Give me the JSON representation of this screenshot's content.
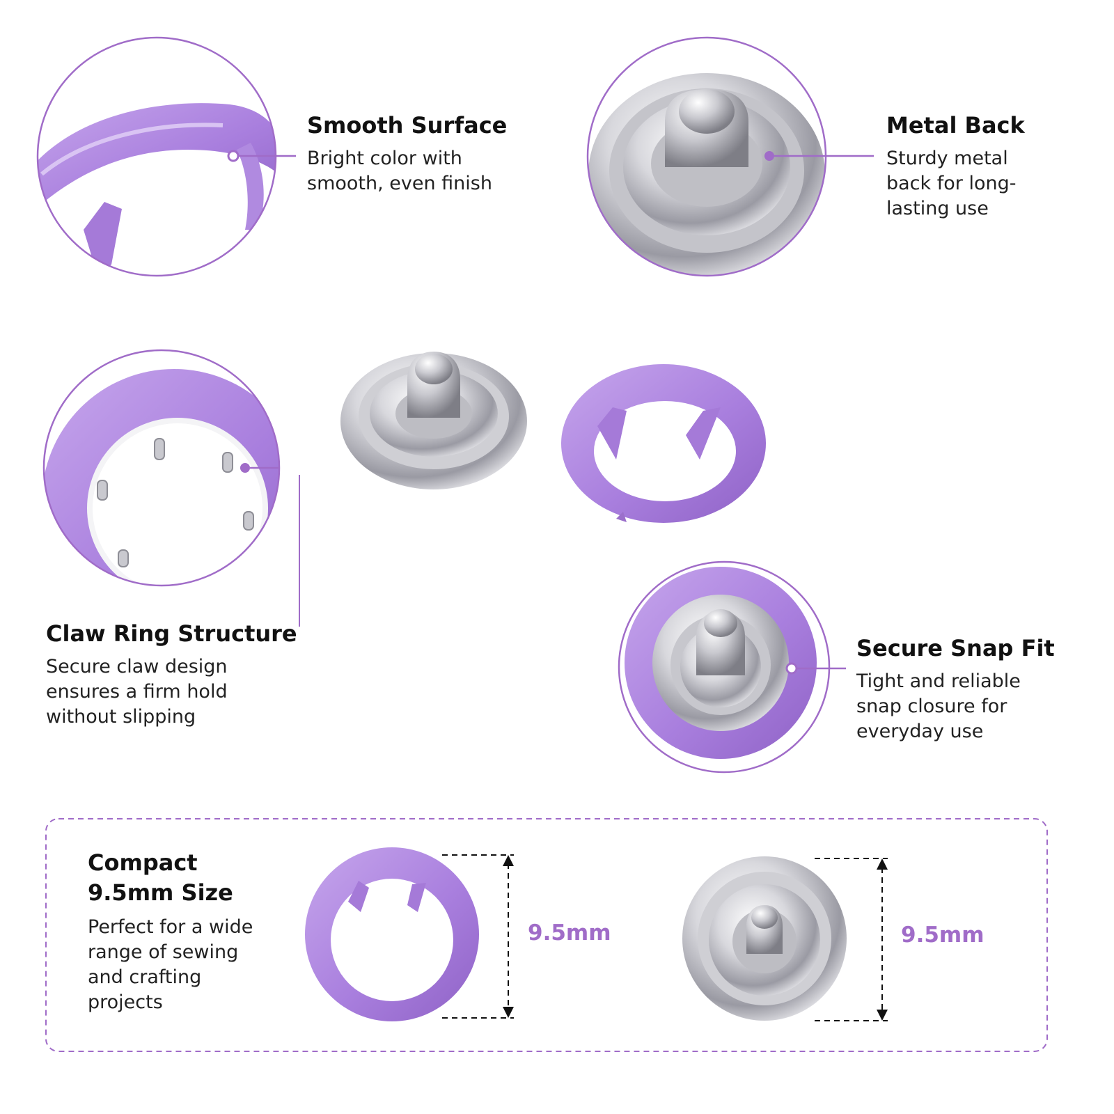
{
  "colors": {
    "accent": "#a06cc8",
    "purple_ring": "#b48ee0",
    "purple_dark": "#9b6fcb",
    "silver": "#d9d9de",
    "text": "#111111"
  },
  "features": {
    "smooth_surface": {
      "title": "Smooth Surface",
      "desc_lines": [
        "Bright color with",
        "smooth, even finish"
      ]
    },
    "metal_back": {
      "title": "Metal Back",
      "desc_lines": [
        "Sturdy metal",
        "back for long-",
        "lasting use"
      ]
    },
    "claw_ring": {
      "title": "Claw Ring Structure",
      "desc_lines": [
        "Secure claw design",
        "ensures a firm hold",
        "without slipping"
      ]
    },
    "snap_fit": {
      "title": "Secure Snap Fit",
      "desc_lines": [
        "Tight and reliable",
        "snap closure for",
        "everyday use"
      ]
    }
  },
  "size_panel": {
    "title_lines": [
      "Compact",
      "9.5mm Size"
    ],
    "desc_lines": [
      "Perfect for a wide",
      "range of sewing",
      "and crafting",
      "projects"
    ],
    "ring_dimension": "9.5mm",
    "back_dimension": "9.5mm"
  },
  "icons": {
    "closeup_ring": "purple-ring-closeup-icon",
    "closeup_back": "metal-back-closeup-icon",
    "closeup_claw": "claw-ring-closeup-icon",
    "closeup_snap": "snap-fit-closeup-icon",
    "product_back": "metal-snap-back-icon",
    "product_ring": "purple-prong-ring-icon"
  }
}
